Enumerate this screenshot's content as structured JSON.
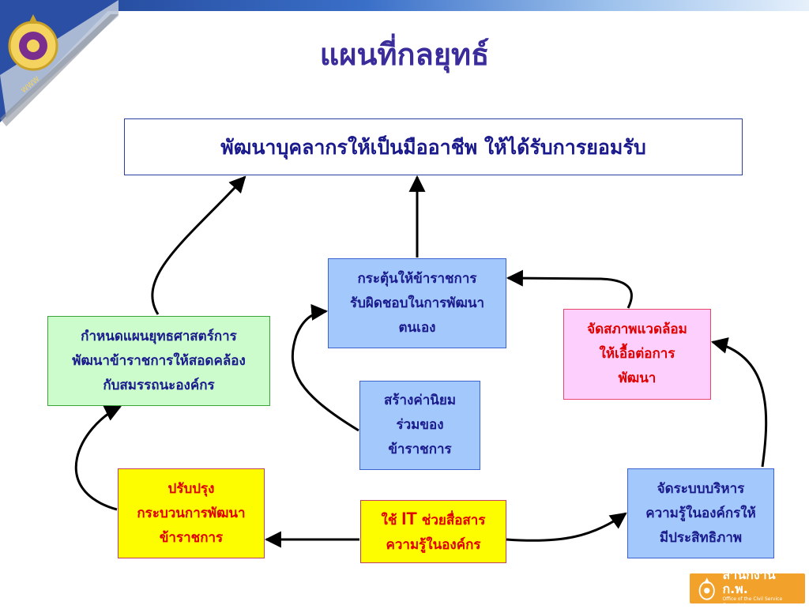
{
  "title": "แผนที่กลยุทธ์",
  "goal": "พัฒนาบุคลากรให้เป็นมืออาชีพ ให้ได้รับการยอมรับ",
  "boxes": {
    "stimulate": [
      "กระตุ้นให้ข้าราชการ",
      "รับผิดชอบในการพัฒนา",
      "ตนเอง"
    ],
    "environment": [
      "จัดสภาพแวดล้อม",
      "ให้เอื้อต่อการ",
      "พัฒนา"
    ],
    "strategy_plan": [
      "กำหนดแผนยุทธศาสตร์การ",
      "พัฒนาข้าราชการให้สอดคล้อง",
      "กับสมรรถนะองค์กร"
    ],
    "shared_values": [
      "สร้างค่านิยม",
      "ร่วมของ",
      "ข้าราชการ"
    ],
    "improve_process": [
      "ปรับปรุง",
      "กระบวนการพัฒนา",
      "ข้าราชการ"
    ],
    "use_it": {
      "pre": "ใช้ ",
      "it": "IT",
      "post": " ช่วยสื่อสาร",
      "line2": "ความรู้ในองค์กร"
    },
    "knowledge_mgmt": [
      "จัดระบบบริหาร",
      "ความรู้ในองค์กรให้",
      "มีประสิทธิภาพ"
    ]
  },
  "footer": {
    "org": "สำนักงาน ก.พ.",
    "org_en": "Office of the Civil Service Commission"
  },
  "colors": {
    "title": "#3a2c9a",
    "blue_box": "#a3c8fb",
    "green_box": "#ccfccc",
    "pink_box": "#fccffc",
    "yellow_box": "#fdfd00"
  }
}
